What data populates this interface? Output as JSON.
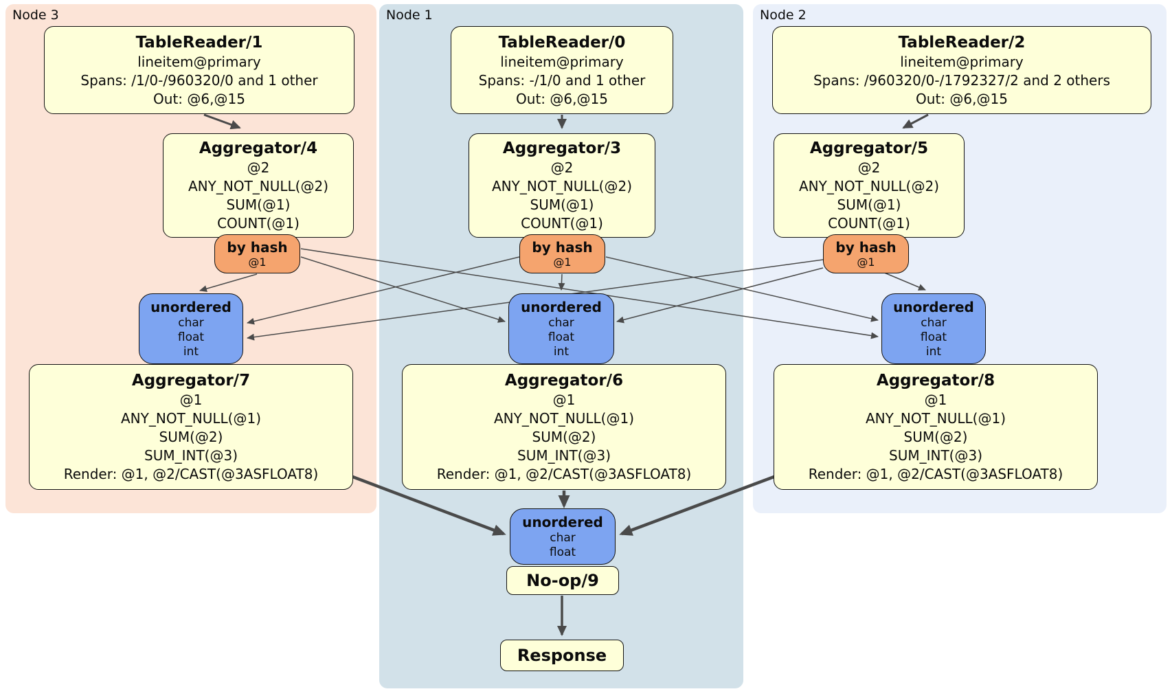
{
  "theme": {
    "canvas_bg": "#ffffff",
    "node3_bg": "#fce4d7",
    "node1_bg": "#d2e1e9",
    "node2_bg": "#eaf0fa",
    "box_bg": "#feffd9",
    "router_bg": "#f5a46e",
    "sync_bg": "#7da4f1",
    "edge_color": "#4a4a4a",
    "border_color": "#111111",
    "text_color": "#0b0b0b"
  },
  "nodes": {
    "node3": {
      "label": "Node 3"
    },
    "node1": {
      "label": "Node 1"
    },
    "node2": {
      "label": "Node 2"
    }
  },
  "processors": {
    "tr1": {
      "title": "TableReader/1",
      "lines": [
        "lineitem@primary",
        "Spans: /1/0-/960320/0 and 1 other",
        "Out: @6,@15"
      ]
    },
    "tr0": {
      "title": "TableReader/0",
      "lines": [
        "lineitem@primary",
        "Spans: -/1/0 and 1 other",
        "Out: @6,@15"
      ]
    },
    "tr2": {
      "title": "TableReader/2",
      "lines": [
        "lineitem@primary",
        "Spans: /960320/0-/1792327/2 and 2 others",
        "Out: @6,@15"
      ]
    },
    "ag4": {
      "title": "Aggregator/4",
      "lines": [
        "@2",
        "ANY_NOT_NULL(@2)",
        "SUM(@1)",
        "COUNT(@1)"
      ]
    },
    "ag3": {
      "title": "Aggregator/3",
      "lines": [
        "@2",
        "ANY_NOT_NULL(@2)",
        "SUM(@1)",
        "COUNT(@1)"
      ]
    },
    "ag5": {
      "title": "Aggregator/5",
      "lines": [
        "@2",
        "ANY_NOT_NULL(@2)",
        "SUM(@1)",
        "COUNT(@1)"
      ]
    },
    "ag7": {
      "title": "Aggregator/7",
      "lines": [
        "@1",
        "ANY_NOT_NULL(@1)",
        "SUM(@2)",
        "SUM_INT(@3)",
        "Render: @1, @2/CAST(@3ASFLOAT8)"
      ]
    },
    "ag6": {
      "title": "Aggregator/6",
      "lines": [
        "@1",
        "ANY_NOT_NULL(@1)",
        "SUM(@2)",
        "SUM_INT(@3)",
        "Render: @1, @2/CAST(@3ASFLOAT8)"
      ]
    },
    "ag8": {
      "title": "Aggregator/8",
      "lines": [
        "@1",
        "ANY_NOT_NULL(@1)",
        "SUM(@2)",
        "SUM_INT(@3)",
        "Render: @1, @2/CAST(@3ASFLOAT8)"
      ]
    },
    "noop": {
      "title": "No-op/9"
    },
    "response": {
      "title": "Response"
    }
  },
  "routers": {
    "byhash3": {
      "title": "by hash",
      "lines": [
        "@1"
      ]
    },
    "byhash1": {
      "title": "by hash",
      "lines": [
        "@1"
      ]
    },
    "byhash2": {
      "title": "by hash",
      "lines": [
        "@1"
      ]
    }
  },
  "syncs": {
    "unordered3": {
      "title": "unordered",
      "lines": [
        "char",
        "float",
        "int"
      ]
    },
    "unordered1": {
      "title": "unordered",
      "lines": [
        "char",
        "float",
        "int"
      ]
    },
    "unordered2": {
      "title": "unordered",
      "lines": [
        "char",
        "float",
        "int"
      ]
    },
    "unordered_final": {
      "title": "unordered",
      "lines": [
        "char",
        "float"
      ]
    }
  }
}
